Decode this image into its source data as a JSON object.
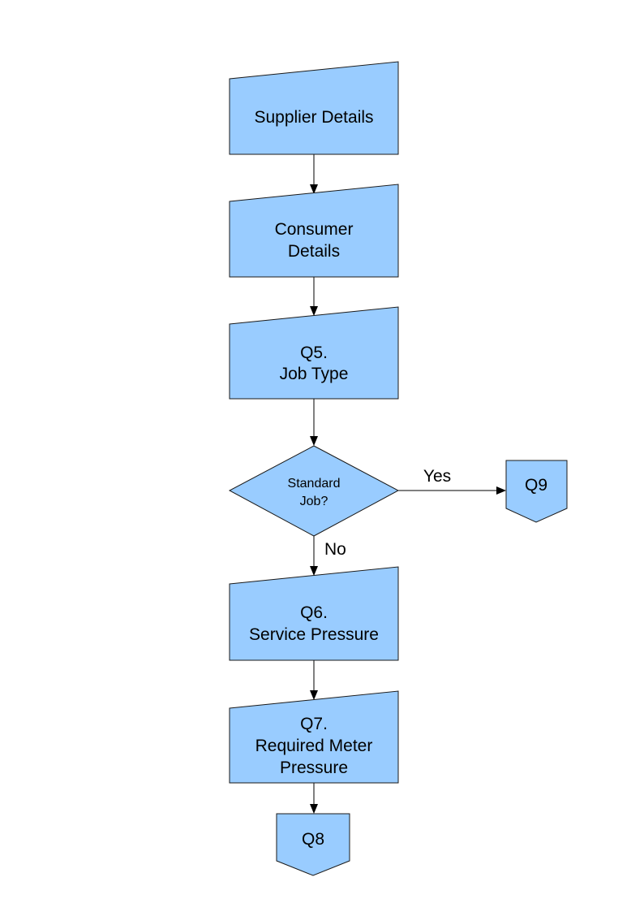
{
  "diagram": {
    "colors": {
      "fill": "#99ccff",
      "stroke": "#1a1a1a",
      "text": "#000000"
    },
    "nodes": [
      {
        "id": "supplier_details",
        "shape": "manual-input",
        "lines": [
          "Supplier Details"
        ]
      },
      {
        "id": "consumer_details",
        "shape": "manual-input",
        "lines": [
          "Consumer",
          "Details"
        ]
      },
      {
        "id": "q5",
        "shape": "manual-input",
        "lines": [
          "Q5.",
          "Job Type"
        ]
      },
      {
        "id": "standard_job",
        "shape": "decision",
        "lines": [
          "Standard",
          "Job?"
        ]
      },
      {
        "id": "q6",
        "shape": "manual-input",
        "lines": [
          "Q6.",
          "Service Pressure"
        ]
      },
      {
        "id": "q7",
        "shape": "manual-input",
        "lines": [
          "Q7.",
          "Required Meter",
          "Pressure"
        ]
      },
      {
        "id": "q8",
        "shape": "off-page-connector",
        "lines": [
          "Q8"
        ]
      },
      {
        "id": "q9",
        "shape": "off-page-connector",
        "lines": [
          "Q9"
        ]
      }
    ],
    "edges": [
      {
        "from": "supplier_details",
        "to": "consumer_details",
        "label": ""
      },
      {
        "from": "consumer_details",
        "to": "q5",
        "label": ""
      },
      {
        "from": "q5",
        "to": "standard_job",
        "label": ""
      },
      {
        "from": "standard_job",
        "to": "q9",
        "label": "Yes"
      },
      {
        "from": "standard_job",
        "to": "q6",
        "label": "No"
      },
      {
        "from": "q6",
        "to": "q7",
        "label": ""
      },
      {
        "from": "q7",
        "to": "q8",
        "label": ""
      }
    ]
  }
}
